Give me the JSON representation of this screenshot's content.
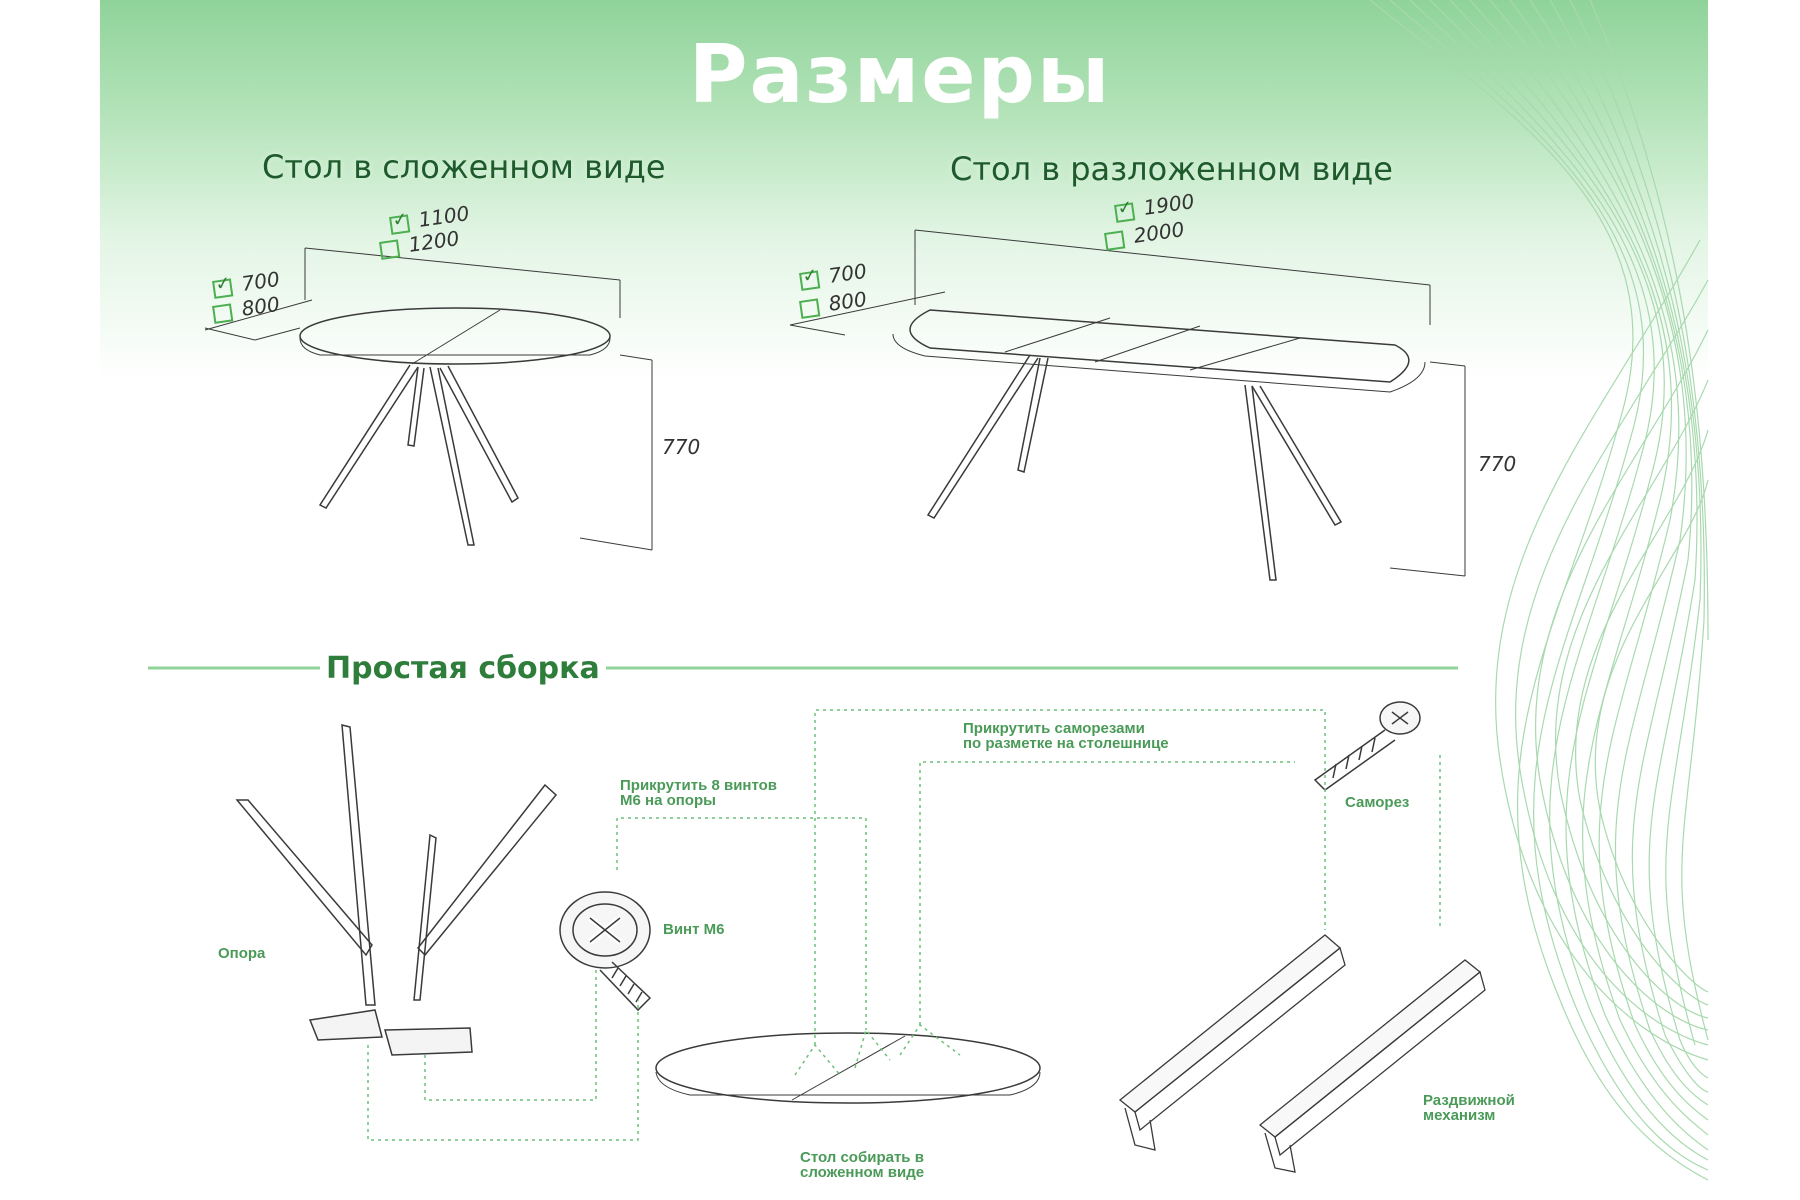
{
  "title": "Размеры",
  "folded": {
    "heading": "Стол в сложенном виде",
    "length_options": [
      {
        "value": "1100",
        "checked": true
      },
      {
        "value": "1200",
        "checked": false
      }
    ],
    "width_options": [
      {
        "value": "700",
        "checked": true
      },
      {
        "value": "800",
        "checked": false
      }
    ],
    "height": "770"
  },
  "unfolded": {
    "heading": "Стол в разложенном виде",
    "length_options": [
      {
        "value": "1900",
        "checked": true
      },
      {
        "value": "2000",
        "checked": false
      }
    ],
    "width_options": [
      {
        "value": "700",
        "checked": true
      },
      {
        "value": "800",
        "checked": false
      }
    ],
    "height": "770"
  },
  "assembly": {
    "heading": "Простая сборка",
    "label_support": "Опора",
    "label_bolt": "Винт М6",
    "note_bolts_line1": "Прикрутить 8 винтов",
    "note_bolts_line2": "М6 на опоры",
    "note_screws_line1": "Прикрутить саморезами",
    "note_screws_line2": "по разметке на столешнице",
    "label_screw": "Саморез",
    "label_mechanism_line1": "Раздвижной",
    "label_mechanism_line2": "механизм",
    "note_assemble_line1": "Стол собирать в",
    "note_assemble_line2": "сложенном виде"
  },
  "colors": {
    "accent_green": "#8fd39a",
    "text_green": "#4a9a58",
    "line_gray": "#333333"
  }
}
